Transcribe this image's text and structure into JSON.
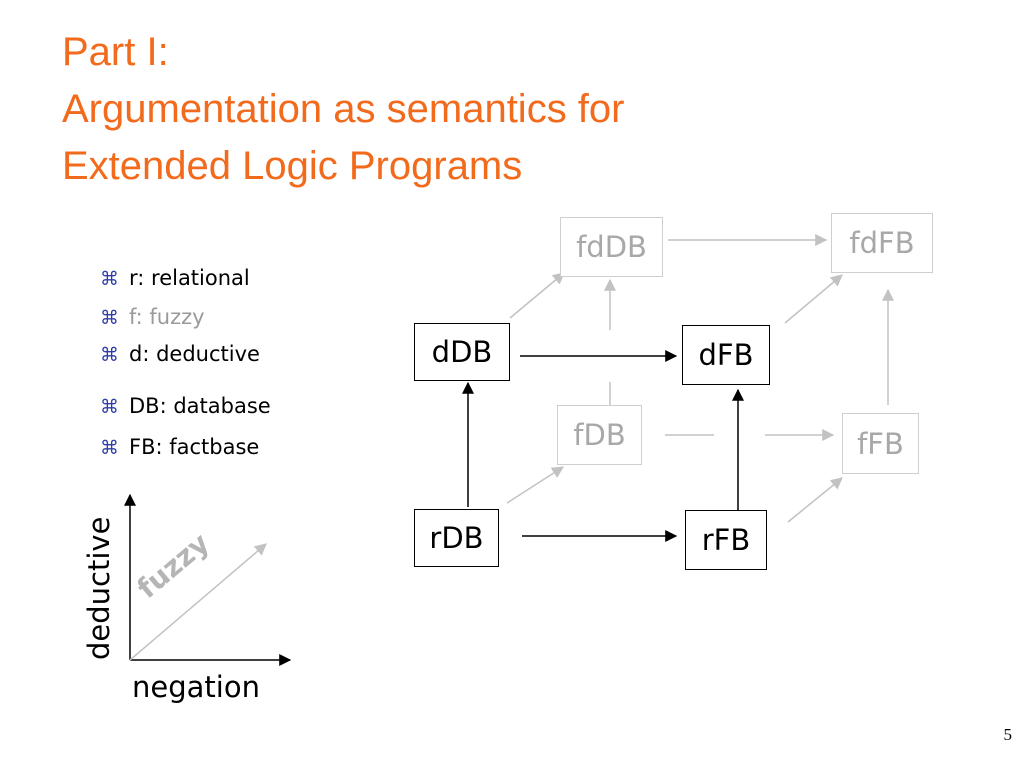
{
  "slide": {
    "title_lines": [
      "Part I:",
      "Argumentation as semantics for",
      "Extended Logic Programs"
    ],
    "page_number": "5",
    "accent_color": "#f26a1c",
    "bullet_marker_color": "#2e3ea8"
  },
  "bullets": [
    {
      "marker": "⌘",
      "text": "r: relational",
      "muted": false
    },
    {
      "marker": "⌘",
      "text": "f: fuzzy",
      "muted": true
    },
    {
      "marker": "⌘",
      "text": "d: deductive",
      "muted": false
    },
    {
      "marker": "⌘",
      "text": "DB: database",
      "muted": false
    },
    {
      "marker": "⌘",
      "text": "FB: factbase",
      "muted": false
    }
  ],
  "cube": {
    "nodes": {
      "fdDB": "fdDB",
      "fdFB": "fdFB",
      "dDB": "dDB",
      "dFB": "dFB",
      "fDB": "fDB",
      "fFB": "fFB",
      "rDB": "rDB",
      "rFB": "rFB"
    },
    "faded_nodes": [
      "fdDB",
      "fdFB",
      "fDB",
      "fFB"
    ],
    "edges": [
      {
        "from": "rDB",
        "to": "rFB",
        "faded": false
      },
      {
        "from": "rDB",
        "to": "dDB",
        "faded": false
      },
      {
        "from": "rFB",
        "to": "dFB",
        "faded": false
      },
      {
        "from": "dDB",
        "to": "dFB",
        "faded": false
      },
      {
        "from": "fDB",
        "to": "fFB",
        "faded": true
      },
      {
        "from": "fDB",
        "to": "fdDB",
        "faded": true
      },
      {
        "from": "fFB",
        "to": "fdFB",
        "faded": true
      },
      {
        "from": "fdDB",
        "to": "fdFB",
        "faded": true
      },
      {
        "from": "rDB",
        "to": "fDB",
        "faded": true
      },
      {
        "from": "rFB",
        "to": "fFB",
        "faded": true
      },
      {
        "from": "dDB",
        "to": "fdDB",
        "faded": true
      },
      {
        "from": "dFB",
        "to": "fdFB",
        "faded": true
      }
    ]
  },
  "axes_diagram": {
    "y_label": "deductive",
    "x_label": "negation",
    "diagonal_label": "fuzzy"
  }
}
